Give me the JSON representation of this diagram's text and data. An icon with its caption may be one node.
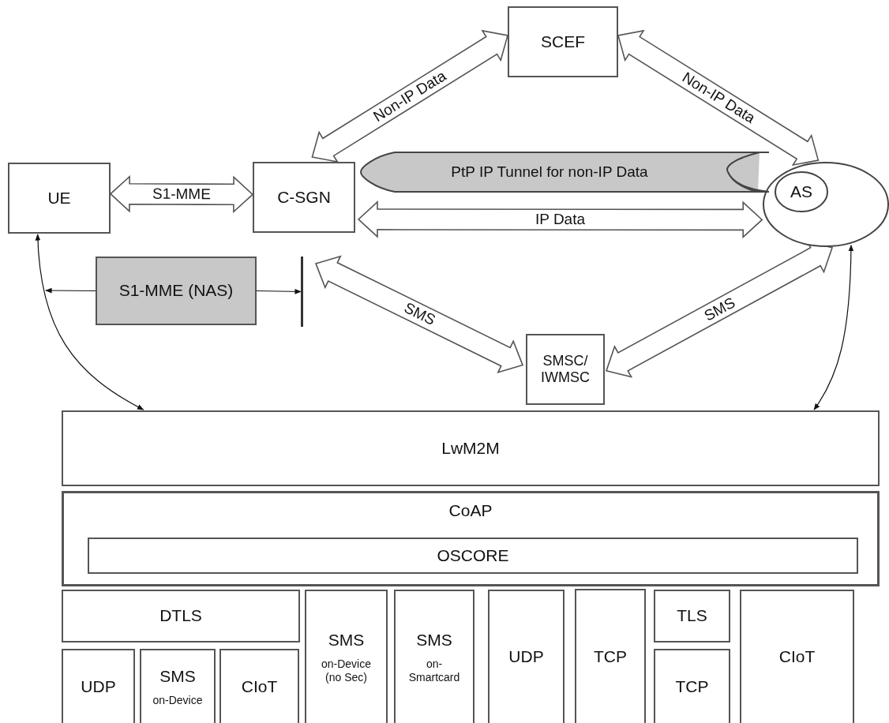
{
  "diagram": {
    "nodes": [
      {
        "text": [
          "SCEF"
        ]
      },
      {
        "text": [
          "UE"
        ]
      },
      {
        "text": [
          "C-SGN"
        ]
      },
      {
        "text": [],
        "shape": "ellipse"
      },
      {
        "text": [
          "AS"
        ],
        "in": 3
      },
      {
        "text": [
          "PtP IP Tunnel for non-IP Data"
        ]
      },
      {
        "text": [
          "S1-MME (NAS)"
        ]
      },
      {
        "text": [],
        "shape": "bar"
      },
      {
        "text": [
          "SMSC/ IWMSC"
        ]
      },
      {
        "text": [
          "LwM2M"
        ]
      },
      {
        "text": [
          "CoAP"
        ]
      },
      {
        "text": [
          "OSCORE"
        ],
        "in": 10
      },
      {
        "text": [
          "DTLS"
        ]
      },
      {
        "text": [
          "UDP"
        ]
      },
      {
        "text": [
          "SMS",
          "on-Device"
        ]
      },
      {
        "text": [
          "CIoT"
        ]
      },
      {
        "text": [
          "SMS",
          "on-Device (no Sec)"
        ]
      },
      {
        "text": [
          "SMS",
          "on-Smartcard"
        ]
      },
      {
        "text": [
          "UDP"
        ]
      },
      {
        "text": [
          "TCP"
        ]
      },
      {
        "text": [
          "TLS"
        ]
      },
      {
        "text": [
          "TCP"
        ]
      },
      {
        "text": [
          "CIoT"
        ]
      }
    ],
    "edges": [
      {
        "from": 2,
        "to": 0,
        "arrow": "both",
        "label": "Non-IP Data"
      },
      {
        "from": 0,
        "to": 3,
        "arrow": "both",
        "label": "Non-IP Data"
      },
      {
        "from": 1,
        "to": 2,
        "arrow": "both",
        "label": "S1-MME"
      },
      {
        "from": 2,
        "to": 3,
        "arrow": "both",
        "label": "IP Data"
      },
      {
        "from": 7,
        "to": 8,
        "arrow": "both",
        "label": "SMS"
      },
      {
        "from": 8,
        "to": 3,
        "arrow": "both",
        "label": "SMS"
      },
      {
        "from": 1,
        "to": 9,
        "arrow": "both"
      },
      {
        "from": 3,
        "to": 9,
        "arrow": "both"
      },
      {
        "from": 6,
        "to": null,
        "arrow": "to"
      },
      {
        "from": 6,
        "to": 7,
        "arrow": "to"
      }
    ]
  }
}
